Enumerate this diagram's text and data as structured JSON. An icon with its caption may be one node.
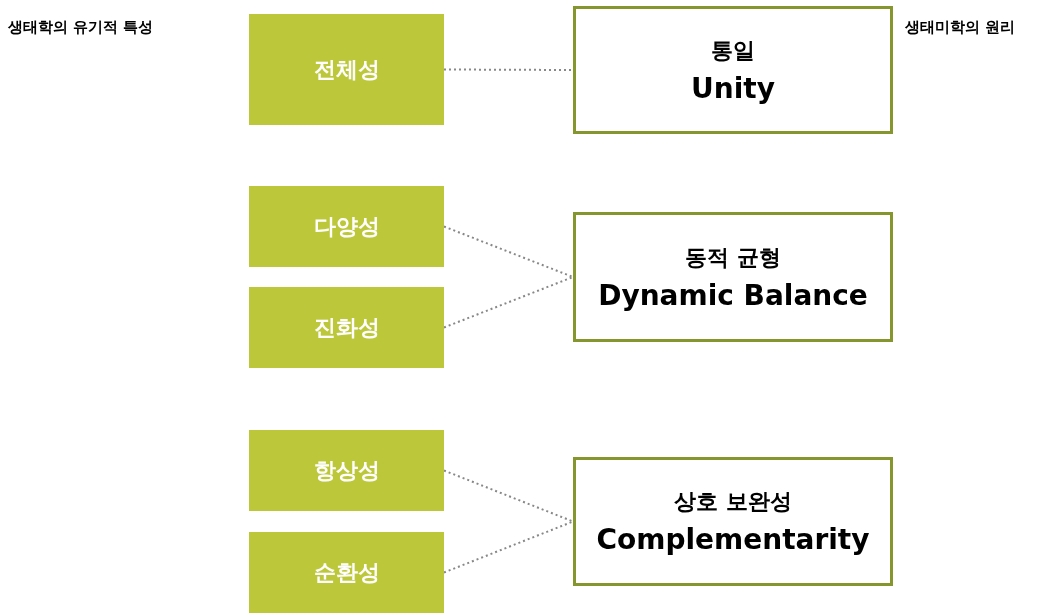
{
  "diagram": {
    "nodes": [
      {
        "text": [
          "전체성"
        ]
      },
      {
        "text": [
          "통일",
          "Unity"
        ]
      },
      {
        "text": [
          "다양성"
        ]
      },
      {
        "text": [
          "진화성"
        ]
      },
      {
        "text": [
          "동적 균형",
          "Dynamic Balance"
        ]
      },
      {
        "text": [
          "항상성"
        ]
      },
      {
        "text": [
          "순환성"
        ]
      },
      {
        "text": [
          "상호 보완성",
          "Complementarity"
        ]
      }
    ],
    "edges": [
      {
        "from": 0,
        "to": 1,
        "arrow": "none"
      },
      {
        "from": 2,
        "to": 4,
        "arrow": "none"
      },
      {
        "from": 3,
        "to": 4,
        "arrow": "none"
      },
      {
        "from": 5,
        "to": 7,
        "arrow": "none"
      },
      {
        "from": 6,
        "to": 7,
        "arrow": "none"
      }
    ],
    "labels": [
      "생태학의 유기적 특성",
      "생태미학의 원리"
    ]
  }
}
